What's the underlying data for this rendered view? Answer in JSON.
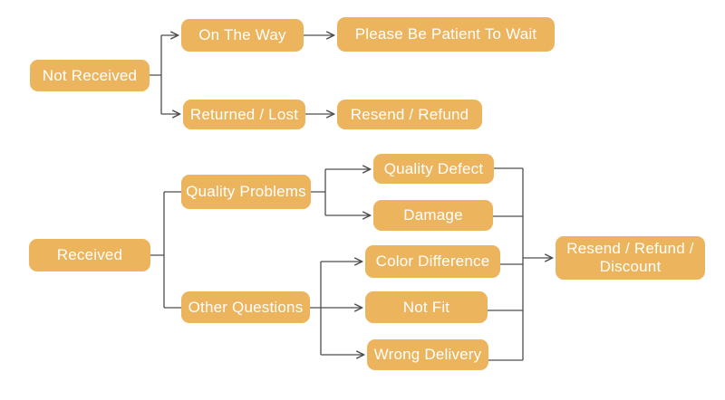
{
  "diagram": {
    "type": "flowchart",
    "background_color": "#FFFFFF",
    "node_fill_color": "#ECB45C",
    "node_text_color": "#FFFFFF",
    "connector_color": "#4D4D4D",
    "nodes": {
      "not_received": {
        "label": "Not Received"
      },
      "on_the_way": {
        "label": "On The Way"
      },
      "please_wait": {
        "label": "Please Be Patient To Wait"
      },
      "returned_lost": {
        "label": "Returned / Lost"
      },
      "resend_refund": {
        "label": "Resend / Refund"
      },
      "received": {
        "label": "Received"
      },
      "quality_problems": {
        "label": "Quality Problems"
      },
      "other_questions": {
        "label": "Other Questions"
      },
      "quality_defect": {
        "label": "Quality Defect"
      },
      "damage": {
        "label": "Damage"
      },
      "color_difference": {
        "label": "Color Difference"
      },
      "not_fit": {
        "label": "Not Fit"
      },
      "wrong_delivery": {
        "label": "Wrong Delivery"
      },
      "resend_refund_discount": {
        "label": "Resend / Refund / Discount"
      }
    },
    "edges": [
      {
        "from": "Not Received",
        "to": "On The Way"
      },
      {
        "from": "Not Received",
        "to": "Returned / Lost"
      },
      {
        "from": "On The Way",
        "to": "Please Be Patient To Wait"
      },
      {
        "from": "Returned / Lost",
        "to": "Resend / Refund"
      },
      {
        "from": "Received",
        "to": "Quality Problems"
      },
      {
        "from": "Received",
        "to": "Other Questions"
      },
      {
        "from": "Quality Problems",
        "to": "Quality Defect"
      },
      {
        "from": "Quality Problems",
        "to": "Damage"
      },
      {
        "from": "Other Questions",
        "to": "Color Difference"
      },
      {
        "from": "Other Questions",
        "to": "Not Fit"
      },
      {
        "from": "Other Questions",
        "to": "Wrong Delivery"
      },
      {
        "from": "Quality Defect",
        "to": "Resend / Refund / Discount"
      },
      {
        "from": "Damage",
        "to": "Resend / Refund / Discount"
      },
      {
        "from": "Color Difference",
        "to": "Resend / Refund / Discount"
      },
      {
        "from": "Not Fit",
        "to": "Resend / Refund / Discount"
      },
      {
        "from": "Wrong Delivery",
        "to": "Resend / Refund / Discount"
      }
    ]
  }
}
